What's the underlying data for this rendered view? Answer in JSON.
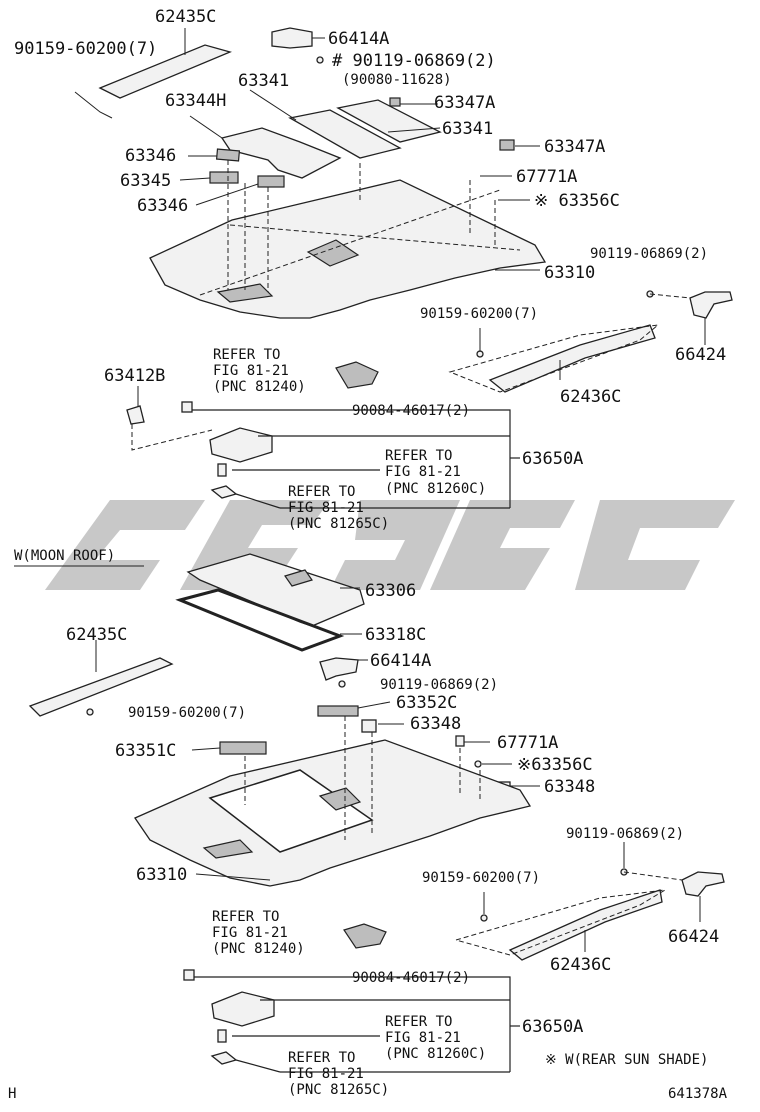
{
  "labels": {
    "p62435C_top": "62435C",
    "p90159_top": "90159-60200(7)",
    "p66414A_top": "66414A",
    "p90119_top": "# 90119-06869(2)",
    "p90080": "(90080-11628)",
    "p63341_a": "63341",
    "p63344H": "63344H",
    "p63347A_a": "63347A",
    "p63341_b": "63341",
    "p63346_a": "63346",
    "p63347A_b": "63347A",
    "p63345": "63345",
    "p67771A_top": "67771A",
    "p63346_b": "63346",
    "p63356C_top": "※ 63356C",
    "p90119_r1": "90119-06869(2)",
    "p63310_top": "63310",
    "p90159_mid": "90159-60200(7)",
    "p66424_top": "66424",
    "p62436C_top": "62436C",
    "p63412B": "63412B",
    "p90084_top": "90084-46017(2)",
    "p63650A_top": "63650A",
    "p63306": "63306",
    "p63318C": "63318C",
    "p62435C_bot": "62435C",
    "p66414A_bot": "66414A",
    "p90119_bot": "90119-06869(2)",
    "p90159_bot": "90159-60200(7)",
    "p63352C": "63352C",
    "p63348_a": "63348",
    "p67771A_bot": "67771A",
    "p63351C": "63351C",
    "p63356C_bot": "※63356C",
    "p63348_b": "63348",
    "p90119_r2": "90119-06869(2)",
    "p63310_bot": "63310",
    "p90159_bot2": "90159-60200(7)",
    "p66424_bot": "66424",
    "p62436C_bot": "62436C",
    "p90084_bot": "90084-46017(2)",
    "p63650A_bot": "63650A"
  },
  "refers": {
    "r1": [
      "REFER TO",
      "FIG  81-21",
      "(PNC 81240)"
    ],
    "r2": [
      "REFER TO",
      "FIG  81-21",
      "(PNC 81260C)"
    ],
    "r3": [
      "REFER TO",
      "FIG  81-21",
      "(PNC 81265C)"
    ],
    "r4": [
      "REFER TO",
      "FIG  81-21",
      "(PNC 81240)"
    ],
    "r5": [
      "REFER TO",
      "FIG  81-21",
      "(PNC 81260C)"
    ],
    "r6": [
      "REFER TO",
      "FIG  81-21",
      "(PNC 81265C)"
    ]
  },
  "notes": {
    "moon_roof": "W(MOON ROOF)",
    "rear_sun_shade": "※ W(REAR SUN SHADE)",
    "corner_mark": "H",
    "drawing_number": "641378A"
  }
}
